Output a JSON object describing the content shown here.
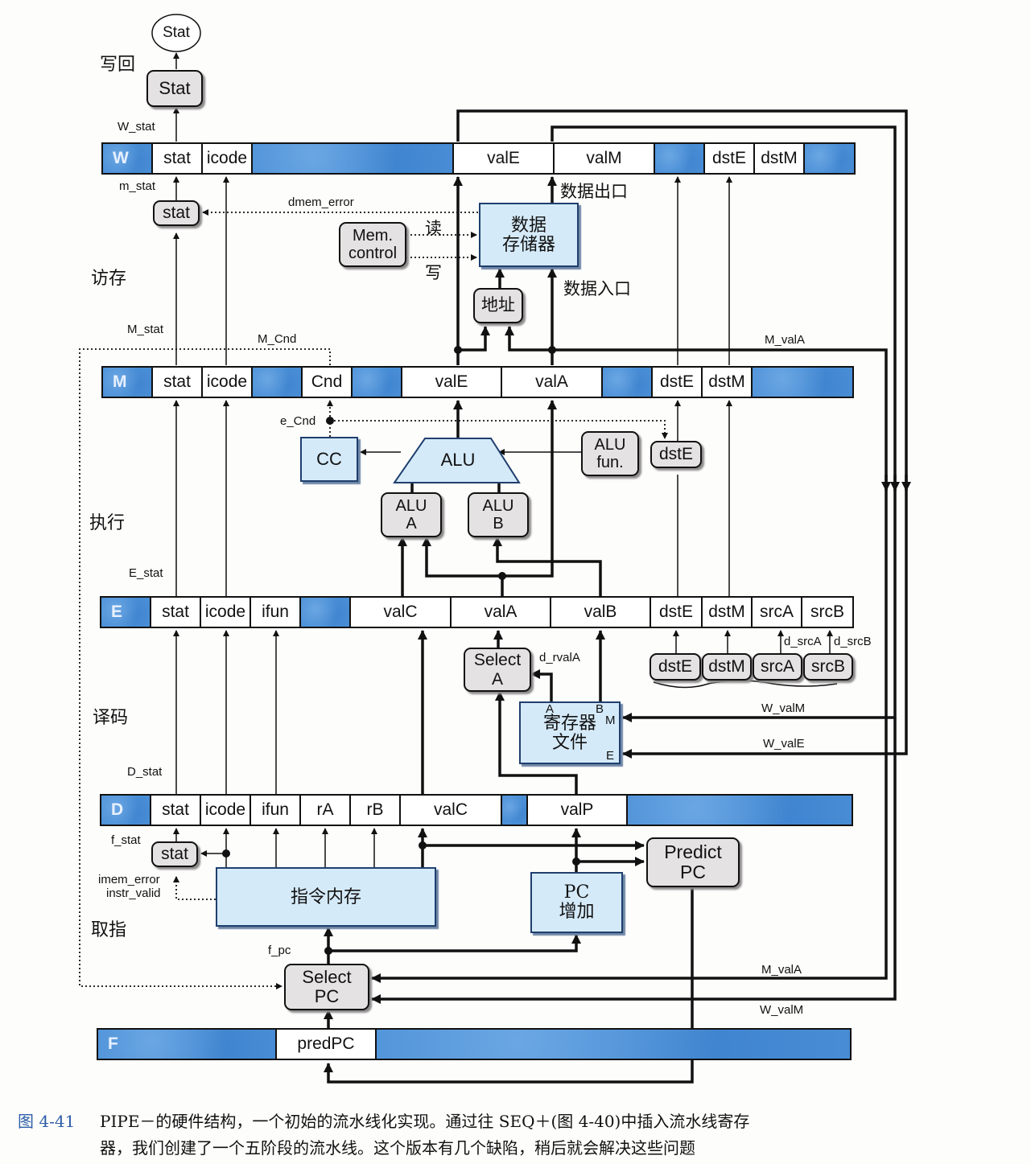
{
  "figure": {
    "number": "图 4-41",
    "caption_line1": "PIPE－的硬件结构，一个初始的流水线化实现。通过往 SEQ＋(图 4-40)中插入流水线寄存",
    "caption_line2": "器，我们创建了一个五阶段的流水线。这个版本有几个缺陷，稍后就会解决这些问题"
  },
  "colors": {
    "register_blue": "#4a8fd6",
    "logic_light_blue": "#d5eaf9",
    "control_gray": "#e4e2e2",
    "caption_blue": "#2d5ea8"
  },
  "stages": {
    "writeback": "写回",
    "memory": "访存",
    "execute": "执行",
    "decode": "译码",
    "fetch": "取指"
  },
  "registers": {
    "W": {
      "tag": "W",
      "fields": [
        "stat",
        "icode",
        "valE",
        "valM",
        "dstE",
        "dstM"
      ]
    },
    "M": {
      "tag": "M",
      "fields": [
        "stat",
        "icode",
        "Cnd",
        "valE",
        "valA",
        "dstE",
        "dstM"
      ]
    },
    "E": {
      "tag": "E",
      "fields": [
        "stat",
        "icode",
        "ifun",
        "valC",
        "valA",
        "valB",
        "dstE",
        "dstM",
        "srcA",
        "srcB"
      ]
    },
    "D": {
      "tag": "D",
      "fields": [
        "stat",
        "icode",
        "ifun",
        "rA",
        "rB",
        "valC",
        "valP"
      ]
    },
    "F": {
      "tag": "F",
      "fields": [
        "predPC"
      ]
    }
  },
  "blocks": {
    "stat_out": "Stat",
    "stat_w": "Stat",
    "stat_m": "stat",
    "mem_control": [
      "Mem.",
      "control"
    ],
    "data_memory": [
      "数据",
      "存储器"
    ],
    "address": "地址",
    "cc": "CC",
    "alu": "ALU",
    "alu_fun": [
      "ALU",
      "fun."
    ],
    "dste_e": "dstE",
    "alu_a": [
      "ALU",
      "A"
    ],
    "alu_b": [
      "ALU",
      "B"
    ],
    "select_a": [
      "Select",
      "A"
    ],
    "register_file": [
      "寄存器",
      "文件"
    ],
    "d_dste": "dstE",
    "d_dstm": "dstM",
    "d_srca": "srcA",
    "d_srcb": "srcB",
    "stat_f": "stat",
    "instruction_memory": "指令内存",
    "pc_increment": [
      "PC",
      "增加"
    ],
    "predict_pc": [
      "Predict",
      "PC"
    ],
    "select_pc": [
      "Select",
      "PC"
    ]
  },
  "ports": {
    "rf_a": "A",
    "rf_b": "B",
    "rf_m": "M",
    "rf_e": "E"
  },
  "signals": {
    "W_stat": "W_stat",
    "m_stat": "m_stat",
    "dmem_error": "dmem_error",
    "read": "读",
    "write": "写",
    "data_out": "数据出口",
    "data_in": "数据入口",
    "M_stat": "M_stat",
    "M_Cnd": "M_Cnd",
    "M_valA_top": "M_valA",
    "e_Cnd": "e_Cnd",
    "E_stat": "E_stat",
    "d_rvalA": "d_rvalA",
    "d_srcA": "d_srcA",
    "d_srcB": "d_srcB",
    "W_valM_rf": "W_valM",
    "W_valE_rf": "W_valE",
    "D_stat": "D_stat",
    "f_stat": "f_stat",
    "imem_error": "imem_error",
    "instr_valid": "instr_valid",
    "f_pc": "f_pc",
    "M_valA_pc": "M_valA",
    "W_valM_pc": "W_valM"
  }
}
